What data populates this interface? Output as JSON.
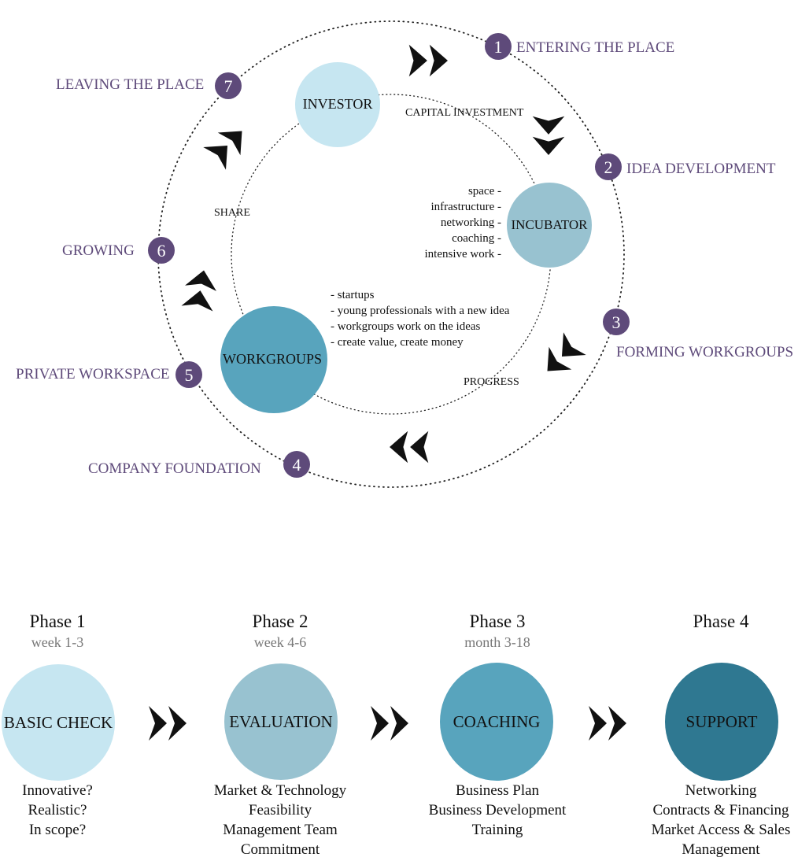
{
  "cycle": {
    "nodes": {
      "investor": "INVESTOR",
      "incubator": "INCUBATOR",
      "workgroups": "WORKGROUPS"
    },
    "edge_labels": {
      "capital_investment": "CAPITAL INVESTMENT",
      "share": "SHARE",
      "progress": "PROGRESS"
    },
    "incubator_list": [
      "space -",
      "infrastructure -",
      "networking -",
      "coaching -",
      "intensive work -"
    ],
    "workgroups_list": [
      "- startups",
      "- young professionals with a new idea",
      "- workgroups work on the ideas",
      "- create value, create money"
    ],
    "stages": [
      {
        "num": "1",
        "label": "ENTERING THE PLACE"
      },
      {
        "num": "2",
        "label": "IDEA DEVELOPMENT"
      },
      {
        "num": "3",
        "label": "FORMING WORKGROUPS"
      },
      {
        "num": "4",
        "label": "COMPANY FOUNDATION"
      },
      {
        "num": "5",
        "label": "PRIVATE WORKSPACE"
      },
      {
        "num": "6",
        "label": "GROWING"
      },
      {
        "num": "7",
        "label": "LEAVING THE PLACE"
      }
    ],
    "colors": {
      "stage_purple": "#5e4a7a",
      "investor": "#c6e6f1",
      "incubator": "#98c2d0",
      "workgroups": "#58a4bd"
    }
  },
  "phases": [
    {
      "title": "Phase 1",
      "sub": "week 1-3",
      "circle": "BASIC CHECK",
      "color": "#c6e6f1",
      "items": [
        "Innovative?",
        "Realistic?",
        "In scope?"
      ]
    },
    {
      "title": "Phase 2",
      "sub": "week 4-6",
      "circle": "EVALUATION",
      "color": "#98c2d0",
      "items": [
        "Market & Technology",
        "Feasibility",
        "Management Team",
        "Commitment"
      ]
    },
    {
      "title": "Phase 3",
      "sub": "month 3-18",
      "circle": "COACHING",
      "color": "#58a4bd",
      "items": [
        "Business Plan",
        "Business Development",
        "Training"
      ]
    },
    {
      "title": "Phase 4",
      "sub": "",
      "circle": "SUPPORT",
      "color": "#2f7891",
      "items": [
        "Networking",
        "Contracts & Financing",
        "Market Access & Sales",
        "Management"
      ]
    }
  ]
}
